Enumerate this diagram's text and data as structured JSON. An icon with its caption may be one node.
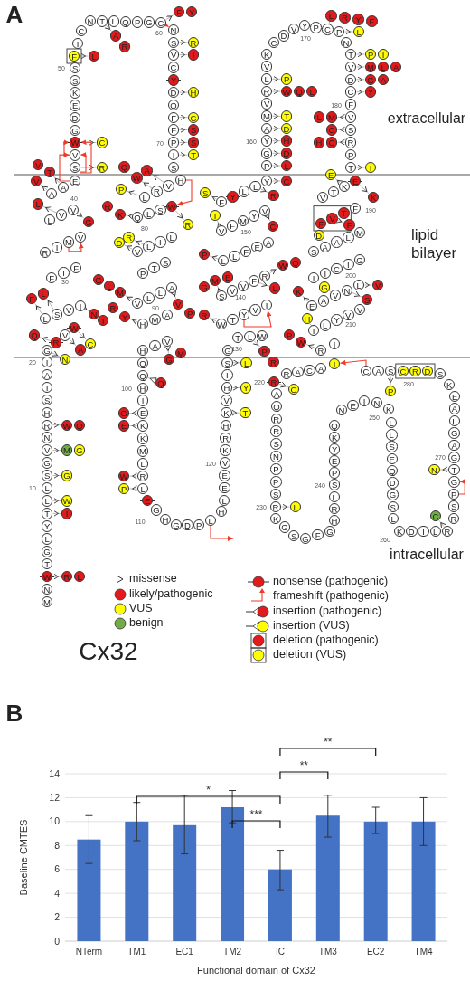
{
  "diagram": {
    "nodes": [
      {
        "text": [
          "M"
        ]
      },
      {
        "text": [
          "N"
        ]
      },
      {
        "text": [
          "W"
        ]
      },
      {
        "text": [
          "T"
        ]
      },
      {
        "text": [
          "G"
        ]
      },
      {
        "text": [
          "L"
        ]
      },
      {
        "text": [
          "Y"
        ]
      },
      {
        "text": [
          "T"
        ]
      },
      {
        "text": [
          "L"
        ]
      },
      {
        "text": [
          "L"
        ]
      },
      {
        "text": [
          "S"
        ]
      },
      {
        "text": [
          "G"
        ]
      },
      {
        "text": [
          "V"
        ]
      },
      {
        "text": [
          "N"
        ]
      },
      {
        "text": [
          "R"
        ]
      },
      {
        "text": [
          "H"
        ]
      },
      {
        "text": [
          "S"
        ]
      },
      {
        "text": [
          "T"
        ]
      },
      {
        "text": [
          "A"
        ]
      },
      {
        "text": [
          "I"
        ]
      },
      {
        "text": [
          "G"
        ]
      },
      {
        "text": [
          "R"
        ]
      },
      {
        "text": [
          "V"
        ]
      },
      {
        "text": [
          "W"
        ]
      },
      {
        "text": [
          "L"
        ]
      },
      {
        "text": [
          "S"
        ]
      },
      {
        "text": [
          "V"
        ]
      },
      {
        "text": [
          "I"
        ]
      },
      {
        "text": [
          "F"
        ]
      },
      {
        "text": [
          "I"
        ]
      },
      {
        "text": [
          "F"
        ]
      },
      {
        "text": [
          "R"
        ]
      },
      {
        "text": [
          "I"
        ]
      },
      {
        "text": [
          "M"
        ]
      },
      {
        "text": [
          "V"
        ]
      },
      {
        "text": [
          "L"
        ]
      },
      {
        "text": [
          "V"
        ]
      },
      {
        "text": [
          "V"
        ]
      },
      {
        "text": [
          "A"
        ]
      },
      {
        "text": [
          "A"
        ]
      },
      {
        "text": [
          "E"
        ]
      },
      {
        "text": [
          "S"
        ]
      },
      {
        "text": [
          "V"
        ]
      },
      {
        "text": [
          "W"
        ]
      },
      {
        "text": [
          "G"
        ]
      },
      {
        "text": [
          "D"
        ]
      },
      {
        "text": [
          "E"
        ]
      },
      {
        "text": [
          "K"
        ]
      },
      {
        "text": [
          "S"
        ]
      },
      {
        "text": [
          "S"
        ]
      },
      {
        "text": [
          "F"
        ]
      },
      {
        "text": [
          "I"
        ]
      },
      {
        "text": [
          "C"
        ]
      },
      {
        "text": [
          "N"
        ]
      },
      {
        "text": [
          "T"
        ]
      },
      {
        "text": [
          "L"
        ]
      },
      {
        "text": [
          "Q"
        ]
      },
      {
        "text": [
          "P"
        ]
      },
      {
        "text": [
          "G"
        ]
      },
      {
        "text": [
          "C"
        ]
      },
      {
        "text": [
          "N"
        ]
      },
      {
        "text": [
          "S"
        ]
      },
      {
        "text": [
          "V"
        ]
      },
      {
        "text": [
          "C"
        ]
      },
      {
        "text": [
          "Y"
        ]
      },
      {
        "text": [
          "D"
        ]
      },
      {
        "text": [
          "Q"
        ]
      },
      {
        "text": [
          "F"
        ]
      },
      {
        "text": [
          "F"
        ]
      },
      {
        "text": [
          "P"
        ]
      },
      {
        "text": [
          "I"
        ]
      },
      {
        "text": [
          "S"
        ]
      },
      {
        "text": [
          "H"
        ]
      },
      {
        "text": [
          "V"
        ]
      },
      {
        "text": [
          "R"
        ]
      },
      {
        "text": [
          "L"
        ]
      },
      {
        "text": [
          "W"
        ]
      },
      {
        "text": [
          "S"
        ]
      },
      {
        "text": [
          "L"
        ]
      },
      {
        "text": [
          "Q"
        ]
      },
      {
        "text": [
          "L"
        ]
      },
      {
        "text": [
          "I"
        ]
      },
      {
        "text": [
          "L"
        ]
      },
      {
        "text": [
          "V"
        ]
      },
      {
        "text": [
          "S"
        ]
      },
      {
        "text": [
          "T"
        ]
      },
      {
        "text": [
          "P"
        ]
      },
      {
        "text": [
          "A"
        ]
      },
      {
        "text": [
          "L"
        ]
      },
      {
        "text": [
          "L"
        ]
      },
      {
        "text": [
          "V"
        ]
      },
      {
        "text": [
          "A"
        ]
      },
      {
        "text": [
          "M"
        ]
      },
      {
        "text": [
          "H"
        ]
      },
      {
        "text": [
          "V"
        ]
      },
      {
        "text": [
          "A"
        ]
      },
      {
        "text": [
          "H"
        ]
      },
      {
        "text": [
          "Q"
        ]
      },
      {
        "text": [
          "Q"
        ]
      },
      {
        "text": [
          "H"
        ]
      },
      {
        "text": [
          "I"
        ]
      },
      {
        "text": [
          "E"
        ]
      },
      {
        "text": [
          "K"
        ]
      },
      {
        "text": [
          "K"
        ]
      },
      {
        "text": [
          "M"
        ]
      },
      {
        "text": [
          "L"
        ]
      },
      {
        "text": [
          "R"
        ]
      },
      {
        "text": [
          "L"
        ]
      },
      {
        "text": [
          "E"
        ]
      },
      {
        "text": [
          "G"
        ]
      },
      {
        "text": [
          "H"
        ]
      },
      {
        "text": [
          "G"
        ]
      },
      {
        "text": [
          "D"
        ]
      },
      {
        "text": [
          "P"
        ]
      },
      {
        "text": [
          "L"
        ]
      },
      {
        "text": [
          "H"
        ]
      },
      {
        "text": [
          "L"
        ]
      },
      {
        "text": [
          "E"
        ]
      },
      {
        "text": [
          "E"
        ]
      },
      {
        "text": [
          "V"
        ]
      },
      {
        "text": [
          "K"
        ]
      },
      {
        "text": [
          "R"
        ]
      },
      {
        "text": [
          "H"
        ]
      },
      {
        "text": [
          "K"
        ]
      },
      {
        "text": [
          "V"
        ]
      },
      {
        "text": [
          "H"
        ]
      },
      {
        "text": [
          "I"
        ]
      },
      {
        "text": [
          "S"
        ]
      },
      {
        "text": [
          "G"
        ]
      },
      {
        "text": [
          "T"
        ]
      },
      {
        "text": [
          "L"
        ]
      },
      {
        "text": [
          "W"
        ]
      },
      {
        "text": [
          "W"
        ]
      },
      {
        "text": [
          "T"
        ]
      },
      {
        "text": [
          "Y"
        ]
      },
      {
        "text": [
          "V"
        ]
      },
      {
        "text": [
          "I"
        ]
      },
      {
        "text": [
          "S"
        ]
      },
      {
        "text": [
          "V"
        ]
      },
      {
        "text": [
          "V"
        ]
      },
      {
        "text": [
          "F"
        ]
      },
      {
        "text": [
          "R"
        ]
      },
      {
        "text": [
          "L"
        ]
      },
      {
        "text": [
          "L"
        ]
      },
      {
        "text": [
          "F"
        ]
      },
      {
        "text": [
          "E"
        ]
      },
      {
        "text": [
          "A"
        ]
      },
      {
        "text": [
          "V"
        ]
      },
      {
        "text": [
          "F"
        ]
      },
      {
        "text": [
          "M"
        ]
      },
      {
        "text": [
          "Y"
        ]
      },
      {
        "text": [
          "V"
        ]
      },
      {
        "text": [
          "F"
        ]
      },
      {
        "text": [
          "Y"
        ]
      },
      {
        "text": [
          "L"
        ]
      },
      {
        "text": [
          "L"
        ]
      },
      {
        "text": [
          "Y"
        ]
      },
      {
        "text": [
          "P"
        ]
      },
      {
        "text": [
          "G"
        ]
      },
      {
        "text": [
          "Y"
        ]
      },
      {
        "text": [
          "A"
        ]
      },
      {
        "text": [
          "M"
        ]
      },
      {
        "text": [
          "V"
        ]
      },
      {
        "text": [
          "R"
        ]
      },
      {
        "text": [
          "L"
        ]
      },
      {
        "text": [
          "V"
        ]
      },
      {
        "text": [
          "K"
        ]
      },
      {
        "text": [
          "C"
        ]
      },
      {
        "text": [
          "D"
        ]
      },
      {
        "text": [
          "V"
        ]
      },
      {
        "text": [
          "Y"
        ]
      },
      {
        "text": [
          "P"
        ]
      },
      {
        "text": [
          "C"
        ]
      },
      {
        "text": [
          "P"
        ]
      },
      {
        "text": [
          "N"
        ]
      },
      {
        "text": [
          "T"
        ]
      },
      {
        "text": [
          "V"
        ]
      },
      {
        "text": [
          "D"
        ]
      },
      {
        "text": [
          "C"
        ]
      },
      {
        "text": [
          "F"
        ]
      },
      {
        "text": [
          "V"
        ]
      },
      {
        "text": [
          "S"
        ]
      },
      {
        "text": [
          "R"
        ]
      },
      {
        "text": [
          "P"
        ]
      },
      {
        "text": [
          "T"
        ]
      },
      {
        "text": [
          "E"
        ]
      },
      {
        "text": [
          "K"
        ]
      },
      {
        "text": [
          "T"
        ]
      },
      {
        "text": [
          "V"
        ]
      },
      {
        "text": [
          "F"
        ]
      },
      {
        "text": [
          "T"
        ]
      },
      {
        "text": [
          "V"
        ]
      },
      {
        "text": [
          "F"
        ]
      },
      {
        "text": [
          "M"
        ]
      },
      {
        "text": [
          "L"
        ]
      },
      {
        "text": [
          "A"
        ]
      },
      {
        "text": [
          "A"
        ]
      },
      {
        "text": [
          "S"
        ]
      },
      {
        "text": [
          "G"
        ]
      },
      {
        "text": [
          "I"
        ]
      },
      {
        "text": [
          "C"
        ]
      },
      {
        "text": [
          "I"
        ]
      },
      {
        "text": [
          "I"
        ]
      },
      {
        "text": [
          "L"
        ]
      },
      {
        "text": [
          "N"
        ]
      },
      {
        "text": [
          "V"
        ]
      },
      {
        "text": [
          "A"
        ]
      },
      {
        "text": [
          "E"
        ]
      },
      {
        "text": [
          "V"
        ]
      },
      {
        "text": [
          "V"
        ]
      },
      {
        "text": [
          "Y"
        ]
      },
      {
        "text": [
          "L"
        ]
      },
      {
        "text": [
          "I"
        ]
      },
      {
        "text": [
          "I"
        ]
      },
      {
        "text": [
          "R"
        ]
      },
      {
        "text": [
          "A"
        ]
      },
      {
        "text": [
          "C"
        ]
      },
      {
        "text": [
          "A"
        ]
      },
      {
        "text": [
          "R"
        ]
      },
      {
        "text": [
          "R"
        ]
      },
      {
        "text": [
          "A"
        ]
      },
      {
        "text": [
          "Q"
        ]
      },
      {
        "text": [
          "R"
        ]
      },
      {
        "text": [
          "R"
        ]
      },
      {
        "text": [
          "S"
        ]
      },
      {
        "text": [
          "N"
        ]
      },
      {
        "text": [
          "P"
        ]
      },
      {
        "text": [
          "P"
        ]
      },
      {
        "text": [
          "S"
        ]
      },
      {
        "text": [
          "R"
        ]
      },
      {
        "text": [
          "K"
        ]
      },
      {
        "text": [
          "G"
        ]
      },
      {
        "text": [
          "S"
        ]
      },
      {
        "text": [
          "G"
        ]
      },
      {
        "text": [
          "F"
        ]
      },
      {
        "text": [
          "G"
        ]
      },
      {
        "text": [
          "H"
        ]
      },
      {
        "text": [
          "R"
        ]
      },
      {
        "text": [
          "L"
        ]
      },
      {
        "text": [
          "S"
        ]
      },
      {
        "text": [
          "P"
        ]
      },
      {
        "text": [
          "E"
        ]
      },
      {
        "text": [
          "Y"
        ]
      },
      {
        "text": [
          "K"
        ]
      },
      {
        "text": [
          "Q"
        ]
      },
      {
        "text": [
          "N"
        ]
      },
      {
        "text": [
          "E"
        ]
      },
      {
        "text": [
          "I"
        ]
      },
      {
        "text": [
          "N"
        ]
      },
      {
        "text": [
          "K"
        ]
      },
      {
        "text": [
          "L"
        ]
      },
      {
        "text": [
          "L"
        ]
      },
      {
        "text": [
          "S"
        ]
      },
      {
        "text": [
          "E"
        ]
      },
      {
        "text": [
          "Q"
        ]
      },
      {
        "text": [
          "D"
        ]
      },
      {
        "text": [
          "G"
        ]
      },
      {
        "text": [
          "S"
        ]
      },
      {
        "text": [
          "L"
        ]
      },
      {
        "text": [
          "K"
        ]
      },
      {
        "text": [
          "D"
        ]
      },
      {
        "text": [
          "I"
        ]
      },
      {
        "text": [
          "L"
        ]
      },
      {
        "text": [
          "R"
        ]
      },
      {
        "text": [
          "R"
        ]
      },
      {
        "text": [
          "S"
        ]
      },
      {
        "text": [
          "P"
        ]
      },
      {
        "text": [
          "G"
        ]
      },
      {
        "text": [
          "T"
        ]
      },
      {
        "text": [
          "G"
        ]
      },
      {
        "text": [
          "A"
        ]
      },
      {
        "text": [
          "G"
        ]
      },
      {
        "text": [
          "L"
        ]
      },
      {
        "text": [
          "A"
        ]
      },
      {
        "text": [
          "E"
        ]
      },
      {
        "text": [
          "K"
        ]
      },
      {
        "text": [
          "S"
        ]
      },
      {
        "text": [
          "D"
        ]
      },
      {
        "text": [
          "R"
        ]
      },
      {
        "text": [
          "C"
        ]
      },
      {
        "text": [
          "S"
        ]
      },
      {
        "text": [
          "A"
        ]
      },
      {
        "text": [
          "C"
        ]
      },
      {
        "text": [
          "R"
        ]
      },
      {
        "text": [
          "L"
        ]
      },
      {
        "text": [
          "I"
        ]
      },
      {
        "text": [
          "W"
        ]
      },
      {
        "text": [
          "G"
        ]
      },
      {
        "text": [
          "M"
        ]
      },
      {
        "text": [
          "G"
        ]
      },
      {
        "text": [
          "W"
        ]
      },
      {
        "text": [
          "Q"
        ]
      },
      {
        "text": [
          "N"
        ]
      },
      {
        "text": [
          "Q"
        ]
      },
      {
        "text": [
          "A"
        ]
      },
      {
        "text": [
          "C"
        ]
      },
      {
        "text": [
          "F"
        ]
      },
      {
        "text": [
          "L"
        ]
      },
      {
        "text": [
          "N"
        ]
      },
      {
        "text": [
          "T"
        ]
      },
      {
        "text": [
          "L"
        ]
      },
      {
        "text": [
          "G"
        ]
      },
      {
        "text": [
          "V"
        ]
      },
      {
        "text": [
          "T"
        ]
      },
      {
        "text": [
          "V"
        ]
      },
      {
        "text": [
          "R"
        ]
      },
      {
        "text": [
          "C"
        ]
      },
      {
        "text": [
          "L"
        ]
      },
      {
        "text": [
          "A"
        ]
      },
      {
        "text": [
          "R"
        ]
      },
      {
        "text": [
          "F"
        ]
      },
      {
        "text": [
          "Y"
        ]
      },
      {
        "text": [
          "R"
        ]
      },
      {
        "text": [
          "I"
        ]
      },
      {
        "text": [
          "H"
        ]
      },
      {
        "text": [
          "C"
        ]
      },
      {
        "text": [
          "S"
        ]
      },
      {
        "text": [
          "S"
        ]
      },
      {
        "text": [
          "T"
        ]
      },
      {
        "text": [
          "A"
        ]
      },
      {
        "text": [
          "W"
        ]
      },
      {
        "text": [
          "Q"
        ]
      },
      {
        "text": [
          "P"
        ]
      },
      {
        "text": [
          "R"
        ]
      },
      {
        "text": [
          "K"
        ]
      },
      {
        "text": [
          "R"
        ]
      },
      {
        "text": [
          "R"
        ]
      },
      {
        "text": [
          "D"
        ]
      },
      {
        "text": [
          "V"
        ]
      },
      {
        "text": [
          "P"
        ]
      },
      {
        "text": [
          "M"
        ]
      },
      {
        "text": [
          "L"
        ]
      },
      {
        "text": [
          "G"
        ]
      },
      {
        "text": [
          "Y"
        ]
      },
      {
        "text": [
          "R"
        ]
      },
      {
        "text": [
          "G"
        ]
      },
      {
        "text": [
          "M"
        ]
      },
      {
        "text": [
          "Q"
        ]
      },
      {
        "text": [
          "G"
        ]
      },
      {
        "text": [
          "E"
        ]
      },
      {
        "text": [
          "W"
        ]
      },
      {
        "text": [
          "P"
        ]
      },
      {
        "text": [
          "T"
        ]
      },
      {
        "text": [
          "Y"
        ]
      },
      {
        "text": [
          "L"
        ]
      },
      {
        "text": [
          "P"
        ]
      },
      {
        "text": [
          "R"
        ]
      },
      {
        "text": [
          "R"
        ]
      },
      {
        "text": [
          "M"
        ]
      },
      {
        "text": [
          "G"
        ]
      },
      {
        "text": [
          "E"
        ]
      },
      {
        "text": [
          "L"
        ]
      },
      {
        "text": [
          "W"
        ]
      },
      {
        "text": [
          "Q"
        ]
      },
      {
        "text": [
          "P"
        ]
      },
      {
        "text": [
          "I"
        ]
      },
      {
        "text": [
          "C"
        ]
      },
      {
        "text": [
          "S"
        ]
      },
      {
        "text": [
          "R"
        ]
      },
      {
        "text": [
          "C"
        ]
      },
      {
        "text": [
          "L"
        ]
      },
      {
        "text": [
          "D"
        ]
      },
      {
        "text": [
          "H"
        ]
      },
      {
        "text": [
          "D"
        ]
      },
      {
        "text": [
          "T"
        ]
      },
      {
        "text": [
          "W"
        ]
      },
      {
        "text": [
          "Q"
        ]
      },
      {
        "text": [
          "L"
        ]
      },
      {
        "text": [
          "P"
        ]
      },
      {
        "text": [
          "L"
        ]
      },
      {
        "text": [
          "R"
        ]
      },
      {
        "text": [
          "Y"
        ]
      },
      {
        "text": [
          "F"
        ]
      },
      {
        "text": [
          "L"
        ]
      },
      {
        "text": [
          "P"
        ]
      },
      {
        "text": [
          "I"
        ]
      },
      {
        "text": [
          "M"
        ]
      },
      {
        "text": [
          "L"
        ]
      },
      {
        "text": [
          "A"
        ]
      },
      {
        "text": [
          "G"
        ]
      },
      {
        "text": [
          "A"
        ]
      },
      {
        "text": [
          "Y"
        ]
      },
      {
        "text": [
          "M"
        ]
      },
      {
        "text": [
          "L"
        ]
      },
      {
        "text": [
          "C"
        ]
      },
      {
        "text": [
          "C"
        ]
      },
      {
        "text": [
          "H"
        ]
      },
      {
        "text": [
          "I"
        ]
      },
      {
        "text": [
          "K"
        ]
      },
      {
        "text": [
          "E"
        ]
      },
      {
        "text": [
          "F"
        ]
      },
      {
        "text": [
          "D"
        ]
      },
      {
        "text": [
          "V"
        ]
      },
      {
        "text": [
          "S"
        ]
      },
      {
        "text": [
          "G"
        ]
      },
      {
        "text": [
          "K"
        ]
      },
      {
        "text": [
          "H"
        ]
      },
      {
        "text": [
          "W"
        ]
      },
      {
        "text": [
          "P"
        ]
      },
      {
        "text": [
          "C"
        ]
      },
      {
        "text": [
          "L"
        ]
      },
      {
        "text": [
          "C"
        ]
      },
      {
        "text": [
          "N"
        ]
      },
      {
        "text": [
          "P"
        ]
      },
      {
        "text": [
          "I"
        ]
      }
    ],
    "edges": [
      {
        "from": 2,
        "to": 283,
        "arrow": "to"
      },
      {
        "from": 7,
        "to": 285,
        "arrow": "to"
      },
      {
        "from": 8,
        "to": 286,
        "arrow": "to"
      },
      {
        "from": 10,
        "to": 287,
        "arrow": "to"
      },
      {
        "from": 12,
        "to": 288,
        "arrow": "to"
      },
      {
        "from": 14,
        "to": 290,
        "arrow": "to"
      },
      {
        "from": 20,
        "to": 292,
        "arrow": "to"
      },
      {
        "from": 21,
        "to": 293,
        "arrow": "to"
      },
      {
        "from": 22,
        "to": 294,
        "arrow": "to"
      },
      {
        "from": 23,
        "to": 295,
        "arrow": "to"
      },
      {
        "from": 24,
        "to": 296,
        "arrow": "to"
      },
      {
        "from": 25,
        "to": 297,
        "arrow": "to"
      },
      {
        "from": 27,
        "to": 298,
        "arrow": "to"
      },
      {
        "from": 36,
        "to": 300,
        "arrow": "to"
      },
      {
        "from": 37,
        "to": 301,
        "arrow": "to"
      },
      {
        "from": 38,
        "to": 302,
        "arrow": "to"
      },
      {
        "from": 39,
        "to": 303,
        "arrow": "to"
      },
      {
        "from": 41,
        "to": 305,
        "arrow": "to"
      },
      {
        "from": 43,
        "to": 306,
        "arrow": "to"
      },
      {
        "from": 50,
        "to": 307,
        "arrow": "to"
      },
      {
        "from": 54,
        "to": 308,
        "arrow": "to"
      },
      {
        "from": 59,
        "to": 310,
        "arrow": "to"
      },
      {
        "from": 61,
        "to": 312,
        "arrow": "to"
      },
      {
        "from": 62,
        "to": 313,
        "arrow": "to"
      },
      {
        "from": 65,
        "to": 314,
        "arrow": "to"
      },
      {
        "from": 67,
        "to": 315,
        "arrow": "to"
      },
      {
        "from": 68,
        "to": 316,
        "arrow": "to"
      },
      {
        "from": 69,
        "to": 317,
        "arrow": "to"
      },
      {
        "from": 70,
        "to": 318,
        "arrow": "to"
      },
      {
        "from": 73,
        "to": 319,
        "arrow": "to"
      },
      {
        "from": 74,
        "to": 320,
        "arrow": "to"
      },
      {
        "from": 75,
        "to": 322,
        "arrow": "to"
      },
      {
        "from": 76,
        "to": 323,
        "arrow": "to"
      },
      {
        "from": 79,
        "to": 324,
        "arrow": "to"
      },
      {
        "from": 82,
        "to": 326,
        "arrow": "to"
      },
      {
        "from": 83,
        "to": 327,
        "arrow": "to"
      },
      {
        "from": 87,
        "to": 328,
        "arrow": "to"
      },
      {
        "from": 90,
        "to": 330,
        "arrow": "to"
      },
      {
        "from": 93,
        "to": 333,
        "arrow": "to"
      },
      {
        "from": 94,
        "to": 335,
        "arrow": "to"
      },
      {
        "from": 98,
        "to": 337,
        "arrow": "other"
      },
      {
        "from": 101,
        "to": 338,
        "arrow": "to"
      },
      {
        "from": 102,
        "to": 339,
        "arrow": "to"
      },
      {
        "from": 106,
        "to": 340,
        "arrow": "to"
      },
      {
        "from": 107,
        "to": 341,
        "arrow": "to"
      },
      {
        "from": 123,
        "to": 342,
        "arrow": "to"
      },
      {
        "from": 125,
        "to": 343,
        "arrow": "to"
      },
      {
        "from": 127,
        "to": 344,
        "arrow": "to"
      },
      {
        "from": 130,
        "to": 345,
        "arrow": "to"
      },
      {
        "from": 132,
        "to": 347,
        "arrow": "to"
      },
      {
        "from": 137,
        "to": 348,
        "arrow": "to"
      },
      {
        "from": 138,
        "to": 350,
        "arrow": "to"
      },
      {
        "from": 140,
        "to": 351,
        "arrow": "to"
      },
      {
        "from": 141,
        "to": 352,
        "arrow": "to"
      },
      {
        "from": 142,
        "to": 354,
        "arrow": "to"
      },
      {
        "from": 147,
        "to": 355,
        "arrow": "to"
      },
      {
        "from": 151,
        "to": 356,
        "arrow": "to"
      },
      {
        "from": 152,
        "to": 357,
        "arrow": "to"
      },
      {
        "from": 155,
        "to": 358,
        "arrow": "to"
      },
      {
        "from": 156,
        "to": 359,
        "arrow": "to"
      },
      {
        "from": 157,
        "to": 360,
        "arrow": "to"
      },
      {
        "from": 158,
        "to": 361,
        "arrow": "to"
      },
      {
        "from": 159,
        "to": 362,
        "arrow": "to"
      },
      {
        "from": 160,
        "to": 363,
        "arrow": "to"
      },
      {
        "from": 161,
        "to": 364,
        "arrow": "to"
      },
      {
        "from": 163,
        "to": 365,
        "arrow": "to"
      },
      {
        "from": 164,
        "to": 368,
        "arrow": "to"
      },
      {
        "from": 172,
        "to": 369,
        "arrow": "to"
      },
      {
        "from": 173,
        "to": 373,
        "arrow": "to"
      },
      {
        "from": 175,
        "to": 374,
        "arrow": "to"
      },
      {
        "from": 176,
        "to": 376,
        "arrow": "to"
      },
      {
        "from": 177,
        "to": 379,
        "arrow": "to"
      },
      {
        "from": 178,
        "to": 381,
        "arrow": "to"
      },
      {
        "from": 180,
        "to": 382,
        "arrow": "to"
      },
      {
        "from": 181,
        "to": 384,
        "arrow": "to"
      },
      {
        "from": 182,
        "to": 385,
        "arrow": "to"
      },
      {
        "from": 184,
        "to": 387,
        "arrow": "to"
      },
      {
        "from": 185,
        "to": 388,
        "arrow": "to"
      },
      {
        "from": 186,
        "to": 389,
        "arrow": "to"
      },
      {
        "from": 191,
        "to": 390,
        "arrow": "to"
      },
      {
        "from": 196,
        "to": 391,
        "arrow": "to"
      },
      {
        "from": 203,
        "to": 392,
        "arrow": "to"
      },
      {
        "from": 204,
        "to": 393,
        "arrow": "to"
      },
      {
        "from": 205,
        "to": 394,
        "arrow": "to"
      },
      {
        "from": 207,
        "to": 395,
        "arrow": "to"
      },
      {
        "from": 212,
        "to": 396,
        "arrow": "to"
      },
      {
        "from": 214,
        "to": 397,
        "arrow": "to"
      },
      {
        "from": 219,
        "to": 399,
        "arrow": "to"
      },
      {
        "from": 229,
        "to": 400,
        "arrow": "to"
      },
      {
        "from": 263,
        "to": 401,
        "arrow": "to"
      },
      {
        "from": 268,
        "to": 402,
        "arrow": "to"
      },
      {
        "from": 280,
        "to": 403,
        "arrow": "to"
      },
      {
        "from": 282,
        "to": 404,
        "arrow": "to",
        "color": "#ee3b2b"
      },
      {
        "from": 33,
        "to": 34,
        "arrow": "to",
        "color": "#ee3b2b"
      },
      {
        "from": 40,
        "to": 42,
        "arrow": "to",
        "color": "#ee3b2b"
      },
      {
        "from": 41,
        "to": 42,
        "arrow": "to",
        "color": "#ee3b2b"
      },
      {
        "from": 41,
        "to": 43,
        "arrow": "to",
        "color": "#ee3b2b"
      },
      {
        "from": 42,
        "to": 43,
        "arrow": "to",
        "color": "#ee3b2b"
      },
      {
        "from": 59,
        "to": 60,
        "arrow": "to",
        "color": "#ee3b2b"
      },
      {
        "from": 72,
        "to": 76,
        "arrow": "to",
        "color": "#ee3b2b"
      },
      {
        "from": 114,
        "to": null,
        "arrow": "to",
        "color": "#ee3b2b"
      },
      {
        "from": 134,
        "to": 136,
        "arrow": "to",
        "color": "#ee3b2b"
      },
      {
        "from": 266,
        "to": 267,
        "arrow": "to",
        "color": "#ee3b2b"
      }
    ],
    "labels": [
      "A",
      "10",
      "20",
      "30",
      "40",
      "50",
      "60",
      "70",
      "80",
      "90",
      "100",
      "110",
      "120",
      "130",
      "140",
      "150",
      "160",
      "170",
      "180",
      "190",
      "200",
      "210",
      "220",
      "230",
      "240",
      "250",
      "260",
      "270",
      "280",
      "extracellular",
      "lipid bilayer",
      "intracellular",
      "Cx32",
      "B"
    ],
    "legend": [
      {
        "text": "missense"
      },
      {
        "text": "likely/pathogenic",
        "color": "#e31a1c"
      },
      {
        "text": "VUS",
        "color": "#ffff00"
      },
      {
        "text": "benign",
        "color": "#70ad47"
      },
      {
        "text": "nonsense (pathogenic)"
      },
      {
        "text": "frameshift (pathogenic)"
      },
      {
        "text": "insertion (pathogenic)"
      },
      {
        "text": "insertion (VUS)"
      },
      {
        "text": "deletion (pathogenic)"
      },
      {
        "text": "deletion (VUS)"
      }
    ],
    "chart_data": {
      "type": "bar",
      "xlabel": "Functional domain of Cx32",
      "ylabel": "Baseline CMTES",
      "categories": [
        "NTerm",
        "TM1",
        "EC1",
        "TM2",
        "IC",
        "TM3",
        "EC2",
        "TM4"
      ],
      "series": [
        {
          "color": "#4472c4",
          "values": [
            8.5,
            10.0,
            9.7,
            11.2,
            6.0,
            10.5,
            10.0,
            10.0
          ],
          "errors": [
            [
              6.5,
              10.5
            ],
            [
              8.4,
              11.6
            ],
            [
              7.3,
              12.2
            ],
            [
              9.9,
              12.6
            ],
            [
              4.3,
              7.6
            ],
            [
              8.7,
              12.2
            ],
            [
              9.0,
              11.2
            ],
            [
              8.0,
              12.0
            ]
          ]
        }
      ],
      "ylim": [
        0,
        14
      ],
      "yticks": [
        0,
        2,
        4,
        6,
        8,
        10,
        12,
        14
      ],
      "grid": true,
      "annotations": [
        "*",
        "***",
        "**",
        "**"
      ]
    }
  }
}
